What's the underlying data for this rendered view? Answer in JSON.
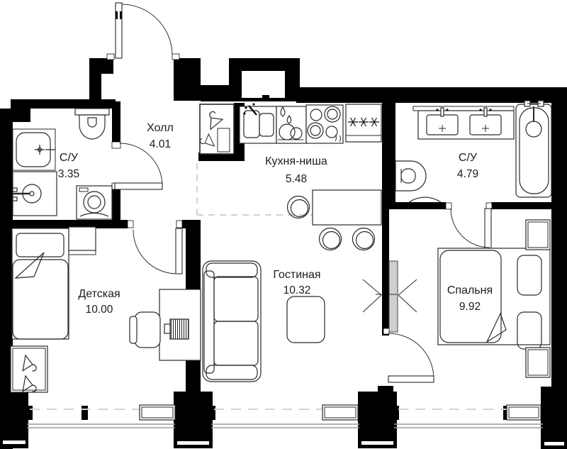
{
  "floor_plan": {
    "rooms": [
      {
        "id": "bathroom-small",
        "name": "С/У",
        "area": "3.35"
      },
      {
        "id": "hall",
        "name": "Холл",
        "area": "4.01"
      },
      {
        "id": "kitchen-niche",
        "name": "Кухня-ниша",
        "area": "5.48"
      },
      {
        "id": "bathroom-large",
        "name": "С/У",
        "area": "4.79"
      },
      {
        "id": "kids-room",
        "name": "Детская",
        "area": "10.00"
      },
      {
        "id": "living-room",
        "name": "Гостиная",
        "area": "10.32"
      },
      {
        "id": "bedroom",
        "name": "Спальня",
        "area": "9.92"
      }
    ],
    "symbols": {
      "fridge_stars": "✳✳✳",
      "sliding_door_marker": "X",
      "kitchen_zone_boundary": "dashed",
      "window_parapet": "dashed"
    },
    "colors": {
      "wall": "#000000",
      "furniture_line": "#2a2a2a",
      "glazing": "#9b9b9b",
      "dashed_zone": "#c2c2c2",
      "sliding_panel": "#cfcfcf",
      "background": "#ffffff",
      "text": "#1c1c1c"
    }
  }
}
